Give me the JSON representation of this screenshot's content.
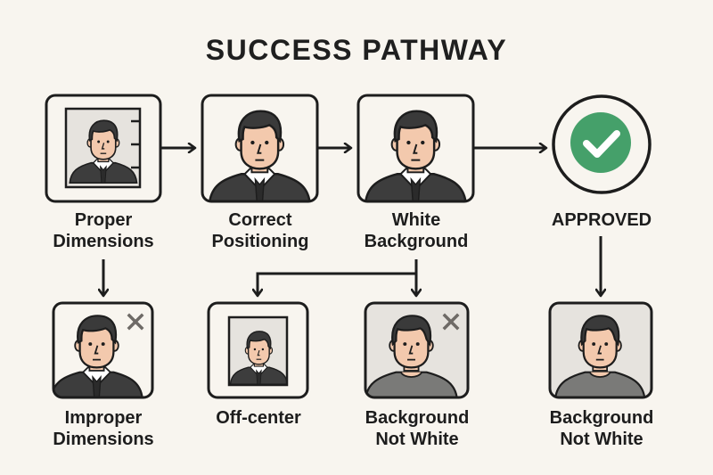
{
  "title": "SUCCESS PATHWAY",
  "colors": {
    "background": "#f8f5ef",
    "stroke": "#1d1d1d",
    "approved_green": "#45a06a",
    "photo_bg_white": "#f8f5ef",
    "photo_bg_gray": "#e6e3de",
    "skin": "#f3c9ad",
    "hair": "#3a3a3a",
    "suit": "#3d3d3d",
    "tshirt": "#7a7a78",
    "x_mark": "#6e6a66"
  },
  "top_row": [
    {
      "id": "proper-dimensions",
      "line1": "Proper",
      "line2": "Dimensions",
      "icon": "photo-with-ruler-icon"
    },
    {
      "id": "correct-positioning",
      "line1": "Correct",
      "line2": "Positioning",
      "icon": "portrait-suit-icon"
    },
    {
      "id": "white-background",
      "line1": "White",
      "line2": "Background",
      "icon": "portrait-suit-icon"
    },
    {
      "id": "approved",
      "line1": "APPROVED",
      "line2": "",
      "icon": "green-checkmark-icon"
    }
  ],
  "bottom_row": [
    {
      "id": "improper-dimensions",
      "line1": "Improper",
      "line2": "Dimensions",
      "icon": "portrait-suit-rejected-icon",
      "rejected": true
    },
    {
      "id": "off-center",
      "line1": "Off-center",
      "line2": "",
      "icon": "small-photo-off-center-icon",
      "rejected": false
    },
    {
      "id": "background-not-white-1",
      "line1": "Background",
      "line2": "Not White",
      "icon": "portrait-tshirt-rejected-icon",
      "rejected": true
    },
    {
      "id": "background-not-white-2",
      "line1": "Background",
      "line2": "Not White",
      "icon": "portrait-tshirt-icon",
      "rejected": false
    }
  ]
}
